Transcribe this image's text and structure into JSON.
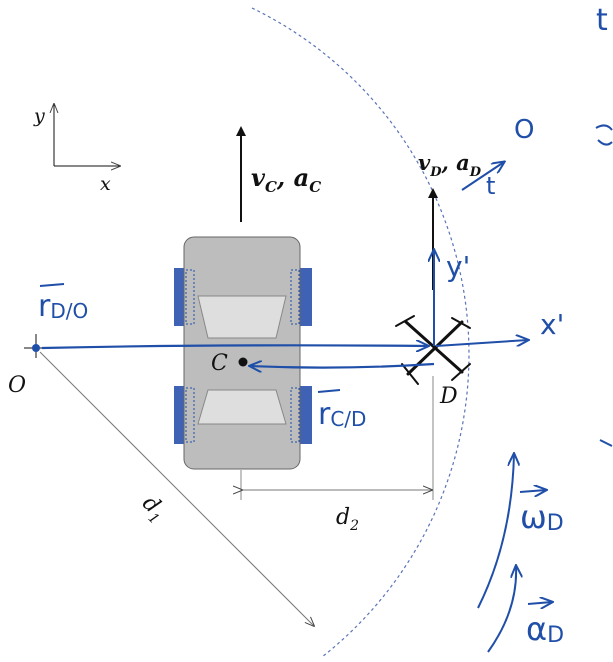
{
  "axes_legend": {
    "x": "x",
    "y": "y"
  },
  "labels": {
    "vC": "v",
    "vC_sub": "C",
    "aC": "a",
    "aC_sub": "C",
    "vD": "v",
    "vD_sub": "D",
    "aD": "a",
    "aD_sub": "D",
    "C": "C",
    "D": "D",
    "O": "O",
    "d1": "d",
    "d1_sub": "1",
    "d2": "d",
    "d2_sub": "2"
  },
  "annotations": {
    "r_DO": "r",
    "r_DO_sub": "D/O",
    "r_CD": "r",
    "r_CD_sub": "C/D",
    "x_prime": "x'",
    "y_prime": "y'",
    "omega": "ω",
    "omega_sub": "D",
    "alpha": "α",
    "alpha_sub": "D",
    "t_sub": "t",
    "O_sub": "O",
    "edge_t": "t"
  },
  "colors": {
    "ink": "#111111",
    "annotation": "#1f4fa8",
    "car_body": "#bdbdbd",
    "windshield": "#dddddd",
    "wheel": "#3f62b5",
    "arc": "#5a74b8"
  }
}
